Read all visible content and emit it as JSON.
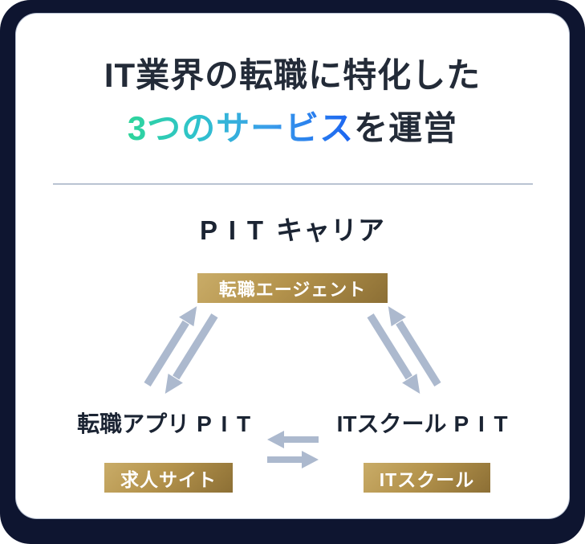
{
  "header": {
    "line1": "IT業界の転職に特化した",
    "line2_highlight": "3つのサービス",
    "line2_rest": "を運営"
  },
  "nodes": {
    "career": {
      "latin": "PIT",
      "jp": "キャリア",
      "badge": "転職エージェント"
    },
    "app": {
      "jp": "転職アプリ",
      "latin": "PIT",
      "badge": "求人サイト"
    },
    "school": {
      "jp": "ITスクール",
      "latin": "PIT",
      "badge": "ITスクール"
    }
  },
  "icons": {
    "diagonal_pair": "double-diagonal-exchange-arrows",
    "horizontal_pair": "double-horizontal-exchange-arrows"
  },
  "colors": {
    "frame_navy": "#0E1530",
    "card_white": "#FFFFFF",
    "title_dark": "#232B38",
    "node_dark": "#1B2433",
    "accent_gradient_start": "#2ED59A",
    "accent_gradient_end": "#1B63F1",
    "badge_gold_light": "#C9AC68",
    "badge_gold_dark": "#8C6F35",
    "arrow_gray_blue": "#ACB9CE",
    "divider_gray": "#B9C3D2"
  }
}
